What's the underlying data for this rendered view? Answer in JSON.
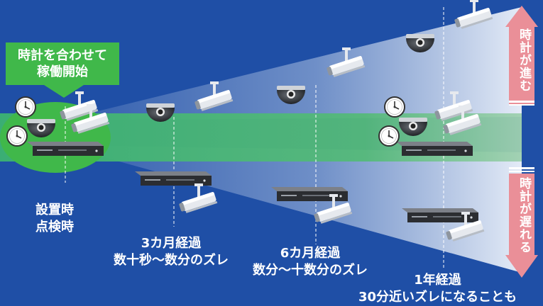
{
  "start_label": [
    "時計を合わせて",
    "稼働開始"
  ],
  "stage_labels": [
    {
      "lines": [
        "設置時",
        "点検時"
      ]
    },
    {
      "lines": [
        "3カ月経過",
        "数十秒〜数分のズレ"
      ]
    },
    {
      "lines": [
        "6カ月経過",
        "数分〜十数分のズレ"
      ]
    },
    {
      "lines": [
        "1年経過",
        "30分近いズレになることも"
      ]
    }
  ],
  "arrow_labels": {
    "up": "時計が進む",
    "down": "時計が遅れる"
  },
  "colors": {
    "background": "#1f4fa6",
    "green": "#40b84a",
    "arrow": "#ea8f98",
    "beam": "#dfe9f6"
  },
  "icons": [
    "clock-icon",
    "dome-camera-icon",
    "bullet-camera-icon",
    "recorder-icon"
  ]
}
